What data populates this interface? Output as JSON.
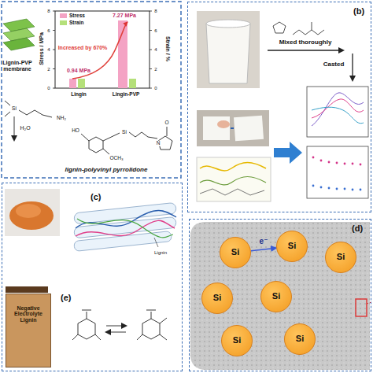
{
  "diagram": {
    "nodes": [
      {
        "text": [
          "(b)"
        ]
      },
      {
        "text": [
          "(c)",
          "(e)"
        ]
      },
      {
        "text": [
          "Negative Electrolyte Lignin"
        ],
        "in": 1
      },
      {
        "text": [
          "(d)"
        ]
      },
      {
        "text": [
          "Si"
        ],
        "in": 3
      },
      {
        "text": [
          "Si"
        ],
        "in": 3
      },
      {
        "text": [
          "Si"
        ],
        "in": 3
      },
      {
        "text": [
          "Si"
        ],
        "in": 3
      },
      {
        "text": [
          "Si"
        ],
        "in": 3
      },
      {
        "text": [
          "Si"
        ],
        "in": 3
      },
      {
        "text": [
          "Si"
        ],
        "in": 3
      }
    ],
    "edges": [
      {
        "from": 4,
        "to": 5,
        "label": "e⁻",
        "arrow": "to"
      }
    ],
    "labels": [
      "Lignin-PVP membrane",
      "Stress / MPa",
      "Strain / %",
      "Increased by 670%",
      "7.27 MPa",
      "0.94 MPa",
      "0",
      "2",
      "4",
      "6",
      "8",
      "0",
      "2",
      "4",
      "6",
      "8",
      "Lingin",
      "Lingin-PVP",
      "H₂O",
      "lignin-polyvinyl pyrrolidone",
      "Mixed thoroughly",
      "Casted",
      "Lignin",
      "Si",
      "NH₂",
      "HO",
      "Si",
      "OCH₃",
      "O",
      "N"
    ],
    "legend": [
      {
        "text": "Stress",
        "color": "#f4a3c4"
      },
      {
        "text": "Strain",
        "color": "#b5e07a"
      }
    ]
  }
}
